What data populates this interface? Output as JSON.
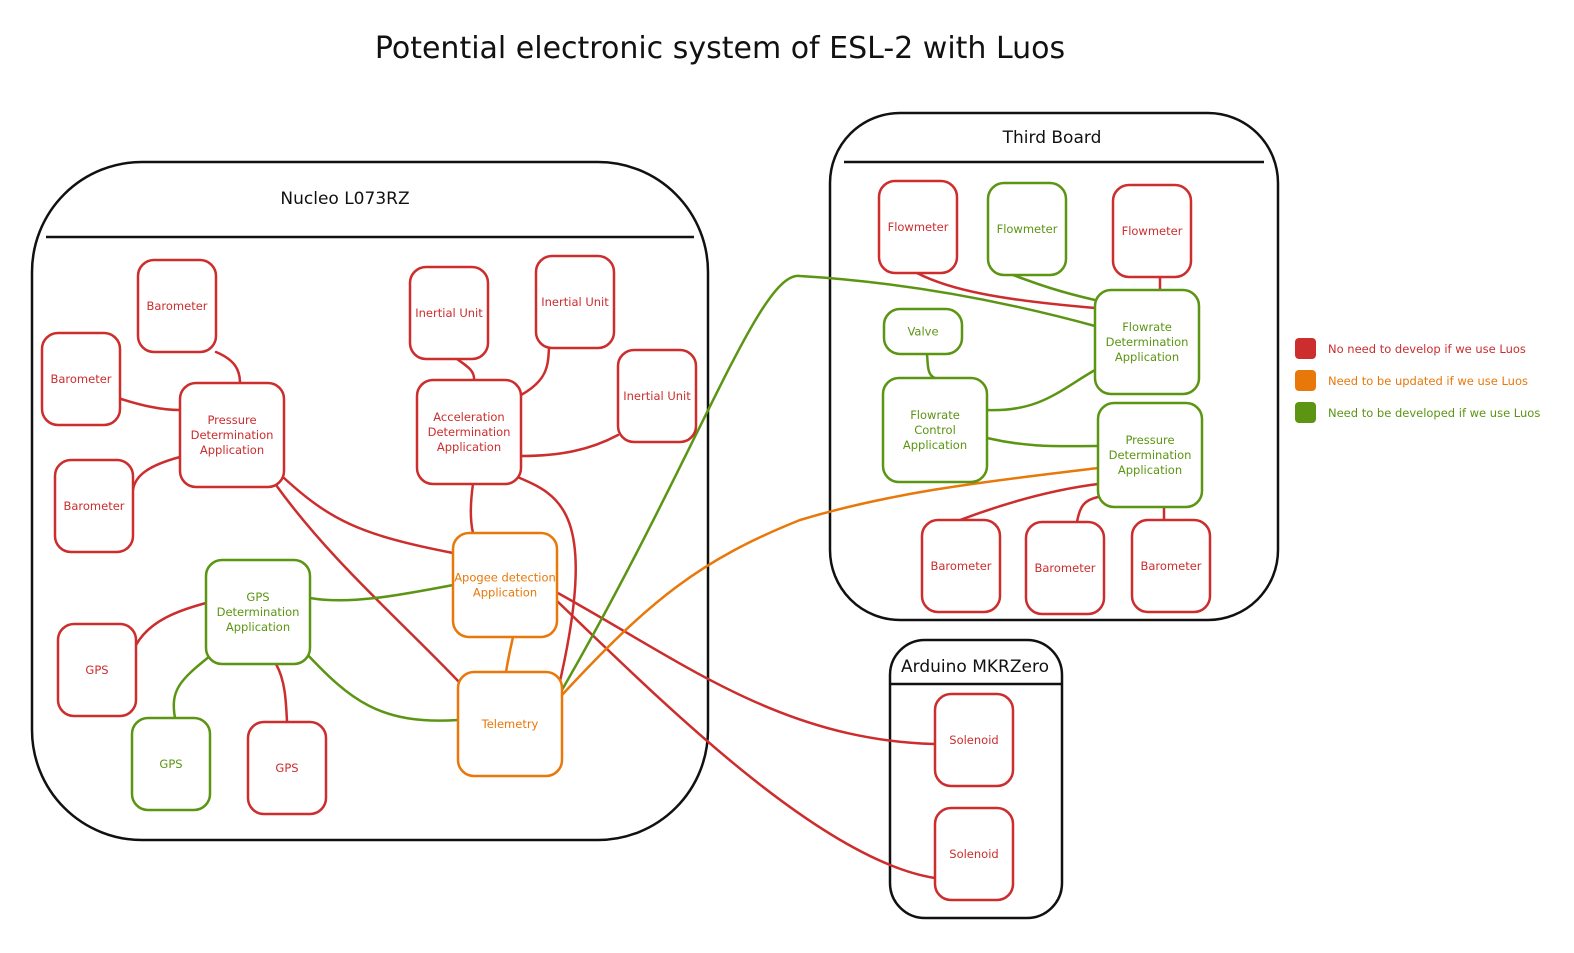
{
  "title": "Potential electronic system of ESL-2 with Luos",
  "colors": {
    "red": "#cc2d2d",
    "orange": "#e8780a",
    "green": "#5b9513"
  },
  "legend": [
    {
      "color": "red",
      "label": "No need to develop if we use Luos"
    },
    {
      "color": "orange",
      "label": "Need to be updated if we use Luos"
    },
    {
      "color": "green",
      "label": "Need to be developed if we use Luos"
    }
  ],
  "containers": [
    {
      "id": "nucleo",
      "title": "Nucleo L073RZ"
    },
    {
      "id": "third",
      "title": "Third Board"
    },
    {
      "id": "arduino",
      "title": "Arduino MKRZero"
    }
  ],
  "nodes": [
    {
      "id": "baro1",
      "label": "Barometer",
      "color": "red"
    },
    {
      "id": "baro2",
      "label": "Barometer",
      "color": "red"
    },
    {
      "id": "baro3",
      "label": "Barometer",
      "color": "red"
    },
    {
      "id": "pda",
      "label": "Pressure\nDetermination\nApplication",
      "color": "red"
    },
    {
      "id": "iu1",
      "label": "Inertial Unit",
      "color": "red"
    },
    {
      "id": "iu2",
      "label": "Inertial Unit",
      "color": "red"
    },
    {
      "id": "iu3",
      "label": "Inertial Unit",
      "color": "red"
    },
    {
      "id": "ada",
      "label": "Acceleration\nDetermination\nApplication",
      "color": "red"
    },
    {
      "id": "apo",
      "label": "Apogee detection\nApplication",
      "color": "orange"
    },
    {
      "id": "gda",
      "label": "GPS\nDetermination\nApplication",
      "color": "green"
    },
    {
      "id": "gps1",
      "label": "GPS",
      "color": "red"
    },
    {
      "id": "gps2",
      "label": "GPS",
      "color": "green"
    },
    {
      "id": "gps3",
      "label": "GPS",
      "color": "red"
    },
    {
      "id": "tel",
      "label": "Telemetry",
      "color": "orange"
    },
    {
      "id": "fm1",
      "label": "Flowmeter",
      "color": "red"
    },
    {
      "id": "fm2",
      "label": "Flowmeter",
      "color": "green"
    },
    {
      "id": "fm3",
      "label": "Flowmeter",
      "color": "red"
    },
    {
      "id": "valve",
      "label": "Valve",
      "color": "green"
    },
    {
      "id": "fda",
      "label": "Flowrate\nDetermination\nApplication",
      "color": "green"
    },
    {
      "id": "fca",
      "label": "Flowrate\nControl\nApplication",
      "color": "green"
    },
    {
      "id": "pda2",
      "label": "Pressure\nDetermination\nApplication",
      "color": "green"
    },
    {
      "id": "tb1",
      "label": "Barometer",
      "color": "red"
    },
    {
      "id": "tb2",
      "label": "Barometer",
      "color": "red"
    },
    {
      "id": "tb3",
      "label": "Barometer",
      "color": "red"
    },
    {
      "id": "sol1",
      "label": "Solenoid",
      "color": "red"
    },
    {
      "id": "sol2",
      "label": "Solenoid",
      "color": "red"
    }
  ]
}
